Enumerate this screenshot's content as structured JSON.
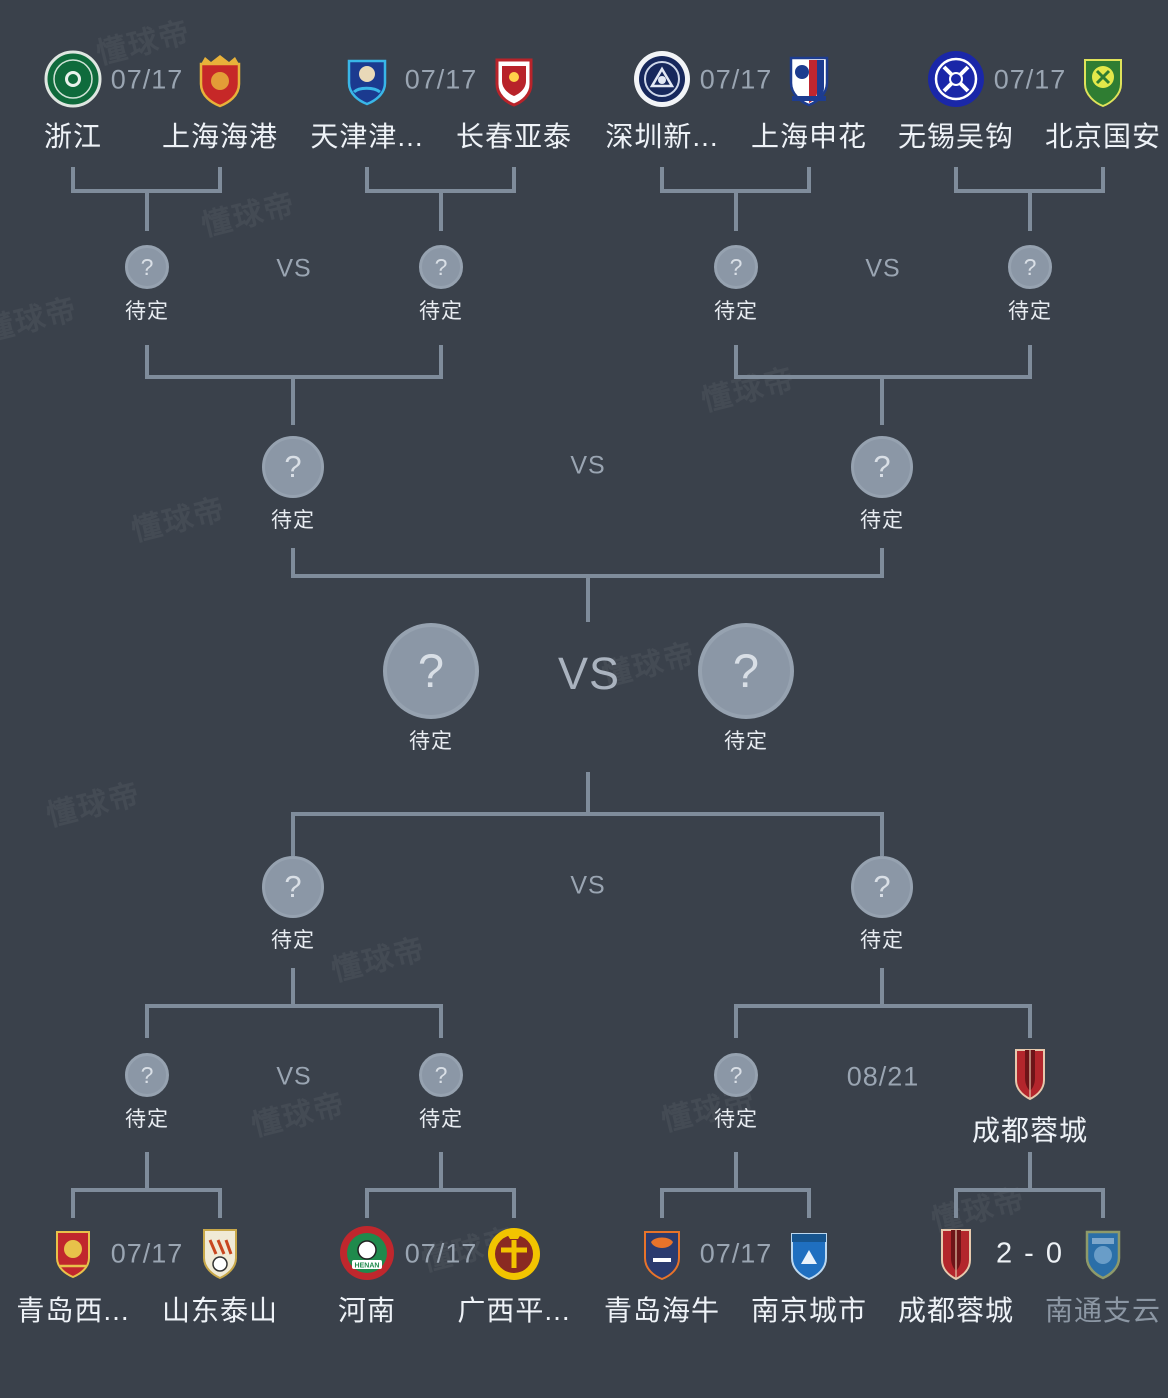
{
  "theme": {
    "background": "#3a414b",
    "line": "#7f8c9b",
    "text": "#eef2f7",
    "muted": "#9aa5b2",
    "placeholder_fill": "#8b97a6"
  },
  "watermark": {
    "text": "懂球帝"
  },
  "labels": {
    "tbd": "待定",
    "vs": "VS",
    "question": "?"
  },
  "rounds": {
    "quarterfinals_top": {
      "matches": [
        {
          "date": "07/17",
          "home": {
            "name": "浙江",
            "logo": "zhejiang-crest",
            "colors": [
              "#0f6b3c",
              "#ffffff"
            ]
          },
          "away": {
            "name": "上海海港",
            "logo": "shanghai-port-crest",
            "colors": [
              "#c62828",
              "#e8b23a"
            ]
          }
        },
        {
          "date": "07/17",
          "home": {
            "name": "天津津...",
            "logo": "tianjin-jinmen-tiger-crest",
            "colors": [
              "#1b3a8f",
              "#39b6e8"
            ]
          },
          "away": {
            "name": "长春亚泰",
            "logo": "changchun-yatai-crest",
            "colors": [
              "#b8232a",
              "#ffffff"
            ]
          }
        },
        {
          "date": "07/17",
          "home": {
            "name": "深圳新...",
            "logo": "shenzhen-peng-city-crest",
            "colors": [
              "#17285c",
              "#ffffff"
            ]
          },
          "away": {
            "name": "上海申花",
            "logo": "shanghai-shenhua-crest",
            "colors": [
              "#1d3c8f",
              "#c0262f"
            ]
          }
        },
        {
          "date": "07/17",
          "home": {
            "name": "无锡吴钩",
            "logo": "wuxi-wugou-crest",
            "colors": [
              "#1a27a8",
              "#ffffff"
            ]
          },
          "away": {
            "name": "北京国安",
            "logo": "beijing-guoan-crest",
            "colors": [
              "#2f7d32",
              "#e3e84a"
            ]
          }
        }
      ]
    },
    "semifinals_top": {
      "matches": [
        {
          "vs": "VS",
          "home": {
            "name": "待定"
          },
          "away": {
            "name": "待定"
          }
        },
        {
          "vs": "VS",
          "home": {
            "name": "待定"
          },
          "away": {
            "name": "待定"
          }
        }
      ]
    },
    "upper_final": {
      "vs": "VS",
      "home": {
        "name": "待定"
      },
      "away": {
        "name": "待定"
      }
    },
    "grand_final": {
      "vs": "VS",
      "home": {
        "name": "待定"
      },
      "away": {
        "name": "待定"
      }
    },
    "lower_final": {
      "vs": "VS",
      "home": {
        "name": "待定"
      },
      "away": {
        "name": "待定"
      }
    },
    "semifinals_bottom": {
      "matches": [
        {
          "vs": "VS",
          "home": {
            "name": "待定"
          },
          "away": {
            "name": "待定"
          }
        },
        {
          "date": "08/21",
          "home": {
            "name": "待定"
          },
          "away": {
            "name": "成都蓉城",
            "logo": "chengdu-rongcheng-crest",
            "colors": [
              "#b3262c",
              "#ffffff"
            ]
          }
        }
      ]
    },
    "quarterfinals_bottom": {
      "matches": [
        {
          "date": "07/17",
          "home": {
            "name": "青岛西...",
            "logo": "qingdao-west-coast-crest",
            "colors": [
              "#c0272d",
              "#e8c24a"
            ]
          },
          "away": {
            "name": "山东泰山",
            "logo": "shandong-taishan-crest",
            "colors": [
              "#e8e2cf",
              "#c8461f"
            ]
          }
        },
        {
          "date": "07/17",
          "home": {
            "name": "河南",
            "logo": "henan-crest",
            "colors": [
              "#c0272d",
              "#1f8a4c"
            ]
          },
          "away": {
            "name": "广西平...",
            "logo": "guangxi-pingguo-crest",
            "colors": [
              "#f2c400",
              "#8a2a22"
            ]
          }
        },
        {
          "date": "07/17",
          "home": {
            "name": "青岛海牛",
            "logo": "qingdao-hainiu-crest",
            "colors": [
              "#2b3b6e",
              "#e8732a"
            ]
          },
          "away": {
            "name": "南京城市",
            "logo": "nanjing-city-crest",
            "colors": [
              "#1f6fc0",
              "#ffffff"
            ]
          }
        },
        {
          "score": "2 - 0",
          "home": {
            "name": "成都蓉城",
            "logo": "chengdu-rongcheng-crest",
            "colors": [
              "#b3262c",
              "#ffffff"
            ],
            "winner": true
          },
          "away": {
            "name": "南通支云",
            "logo": "nantong-zhiyun-crest",
            "colors": [
              "#2b6fa8",
              "#8e9a6a"
            ],
            "winner": false
          }
        }
      ]
    }
  }
}
